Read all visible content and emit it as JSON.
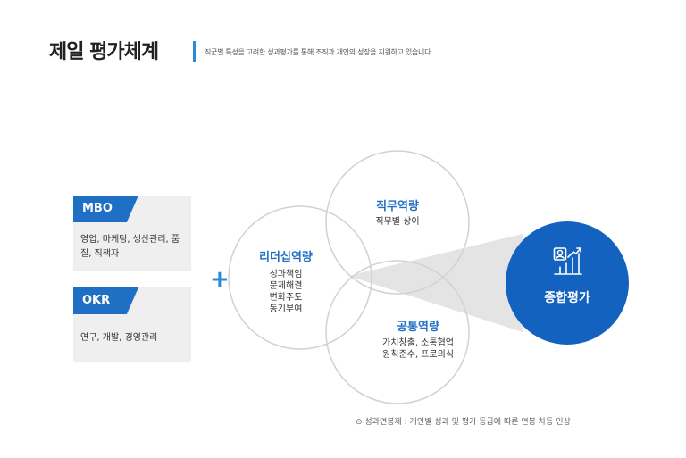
{
  "header": {
    "title": "제일 평가체계",
    "subtitle": "직군별 특성을 고려한 성과평가를 통해 조직과 개인의 성장을 지원하고 있습니다."
  },
  "cards": [
    {
      "tag": "MBO",
      "body": "영업, 마케팅, 생산관리, 품질, 직책자"
    },
    {
      "tag": "OKR",
      "body": "연구, 개발, 경영관리"
    }
  ],
  "plus_symbol": "+",
  "venn": {
    "job": {
      "title": "직무역량",
      "body": "직무별 상이"
    },
    "leadership": {
      "title": "리더십역량",
      "body": "성과책임\n문제해결\n변화주도\n동기부여"
    },
    "common": {
      "title": "공통역량",
      "body": "가치창출, 소통협업\n원칙준수, 프로의식"
    }
  },
  "result": {
    "label": "종합평가",
    "icon": "person-chart-icon"
  },
  "footnote": "⊙ 성과연봉제 : 개인별 성과 및 평가 등급에 따른 연봉 차등 인상",
  "colors": {
    "accent": "#1f6fc5",
    "result": "#1462bf",
    "card_bg": "#efefef",
    "circle_stroke": "#d2d2d2",
    "beam": "#e4e4e4"
  }
}
